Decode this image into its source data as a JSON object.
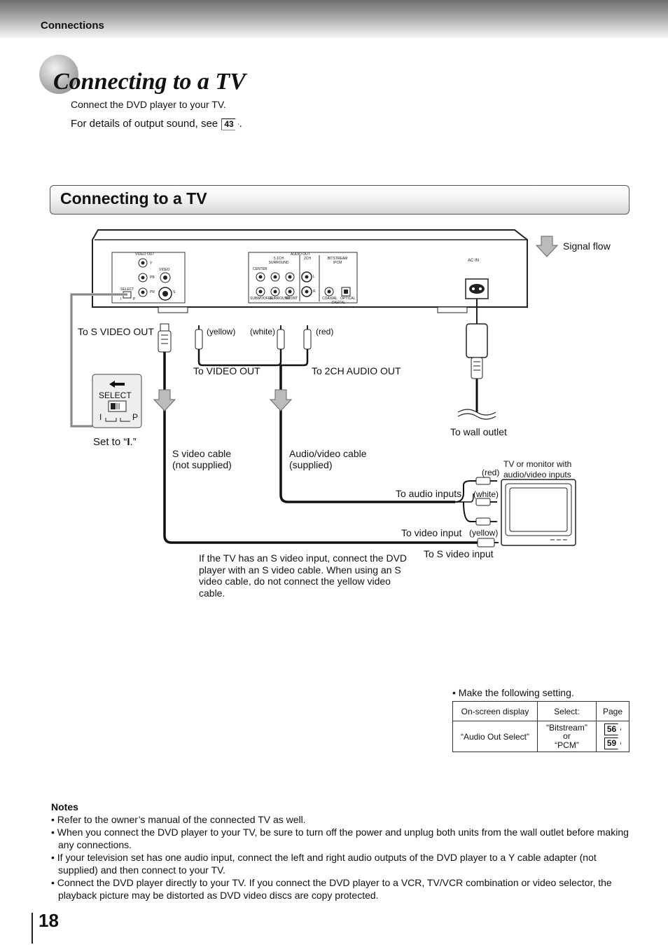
{
  "header": {
    "section": "Connections"
  },
  "title": "Connecting to a TV",
  "intro": {
    "line1": "Connect the DVD player to your TV.",
    "line2_prefix": "For details of output sound, see",
    "line2_page": "43",
    "line2_suffix": "."
  },
  "box_title": "Connecting to a TV",
  "diagram": {
    "signal_flow": "Signal flow",
    "to_s_video_out": "To S VIDEO OUT",
    "yellow": "(yellow)",
    "white": "(white)",
    "red": "(red)",
    "to_video_out": "To VIDEO OUT",
    "to_2ch_audio_out": "To 2CH AUDIO OUT",
    "select_label": "SELECT",
    "select_i": "I",
    "select_p": "P",
    "set_to_prefix": "Set to “",
    "set_to_value": "I",
    "set_to_suffix": ".”",
    "s_video_cable_1": "S video cable",
    "s_video_cable_2": "(not supplied)",
    "av_cable_1": "Audio/video cable",
    "av_cable_2": "(supplied)",
    "to_wall_outlet": "To wall outlet",
    "tv_label_1": "TV or monitor with",
    "tv_label_2": "audio/video inputs",
    "red_tv": "(red)",
    "white_tv": "(white)",
    "yellow_tv": "(yellow)",
    "to_audio_inputs": "To audio inputs",
    "to_video_input": "To video input",
    "to_s_video_input": "To S video input",
    "panel": {
      "video_out": "VIDEO OUT",
      "audio_out": "AUDIO OUT",
      "y": "Y",
      "pb": "PB",
      "pr": "PR",
      "video": "VIDEO",
      "s": "S",
      "select": "SELECT",
      "i": "I",
      "p": "P",
      "surround_51": "5.1CH SURROUND",
      "ch2": "2CH",
      "bitstream_pcm": "BITSTREAM /PCM",
      "center": "CENTER",
      "subwoofer": "SUBWOOFER",
      "surround": "SURROUND",
      "front": "FRONT",
      "l": "L",
      "r": "R",
      "coaxial": "COAXIAL",
      "optical": "OPTICAL",
      "digital": "DIGITAL",
      "ac_in": "AC IN"
    }
  },
  "note": "If the TV has an S video input, connect the DVD player with an S video cable. When using an S video cable, do not connect the yellow video cable.",
  "setting": {
    "bullet": "•  Make the following setting.",
    "headers": [
      "On-screen display",
      "Select:",
      "Page"
    ],
    "row": {
      "display": "“Audio Out Select”",
      "select_line1": "“Bitstream”",
      "select_line2": "or",
      "select_line3": "“PCM”",
      "page1": "56",
      "page2": "59"
    }
  },
  "notes": {
    "title": "Notes",
    "items": [
      "• Refer to the owner’s manual of the connected TV as well.",
      "• When you connect the DVD player to your TV, be sure to turn off the power and unplug both units from the wall outlet before making any connections.",
      "• If your television set has one audio input, connect the left and right audio outputs of the DVD player to a Y cable adapter (not supplied) and then connect to your TV.",
      "• Connect the DVD player directly to your TV.  If you connect the DVD player to a VCR, TV/VCR combination or video selector, the playback picture may be distorted as DVD video discs are copy protected."
    ]
  },
  "page_number": "18"
}
